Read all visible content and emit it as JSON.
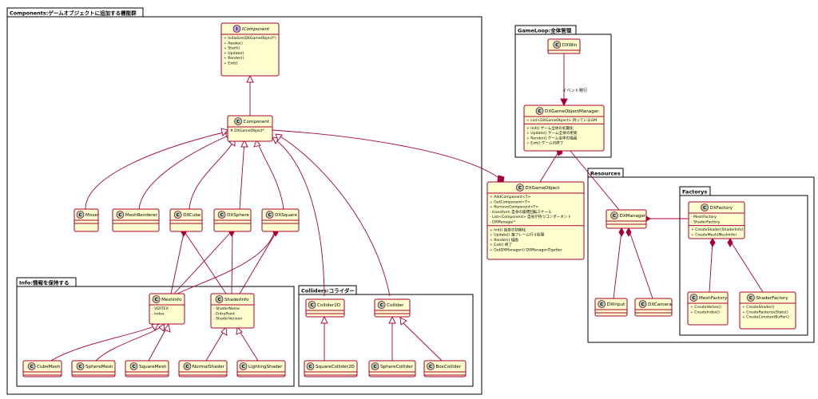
{
  "packages": {
    "components": "Components:ゲームオブジェクトに追加する機能群",
    "info": "Info:情報を保持する",
    "colliders": "Colliders:コライダー",
    "gameloop": "GameLoop:全体管理",
    "resources": "Resources",
    "factorys": "Factorys"
  },
  "classes": {
    "icomponent": {
      "name": "IComponent",
      "stereo": "I",
      "members": [
        "+ Initialize(DXGameObject*)",
        "+ Awake()",
        "+ Start()",
        "+ Update()",
        "+ Render()",
        "+ Exit()"
      ]
    },
    "component": {
      "name": "Component",
      "stereo": "C",
      "members": [
        "# DXGameObject*"
      ]
    },
    "mover": {
      "name": "Mover",
      "stereo": "C"
    },
    "meshrenderer": {
      "name": "MeshRenderer",
      "stereo": "C"
    },
    "dxcube": {
      "name": "DXCube",
      "stereo": "C"
    },
    "dxsphere": {
      "name": "DXSphere",
      "stereo": "C"
    },
    "dxsquare": {
      "name": "DXSquare",
      "stereo": "C"
    },
    "meshinfo": {
      "name": "MeshInfo",
      "stereo": "C",
      "members": [
        "- VERTEX",
        "- index"
      ]
    },
    "shaderinfo": {
      "name": "ShaderInfo",
      "stereo": "C",
      "members": [
        "- ShaderName",
        "- EntryPoint",
        "- ShaderVersion"
      ]
    },
    "cubemesh": {
      "name": "CubeMesh",
      "stereo": "C"
    },
    "spheremesh": {
      "name": "SphereMesh",
      "stereo": "C"
    },
    "squaremesh": {
      "name": "SquareMesh",
      "stereo": "C"
    },
    "normalshader": {
      "name": "NormalShader",
      "stereo": "C"
    },
    "lightingshader": {
      "name": "LightingShader",
      "stereo": "C"
    },
    "collider2d": {
      "name": "Collider2D",
      "stereo": "C"
    },
    "collider": {
      "name": "Collider",
      "stereo": "C"
    },
    "squarecollider2d": {
      "name": "SquareCollider2D",
      "stereo": "C"
    },
    "spherecollider": {
      "name": "SphereCollider",
      "stereo": "C"
    },
    "boxcollider": {
      "name": "BoxCollider",
      "stereo": "C"
    },
    "dxwin": {
      "name": "DXWin",
      "stereo": "C"
    },
    "dxgameobjectmanager": {
      "name": "DXGameObjectManager",
      "stereo": "C",
      "fields": [
        "+ List<DXGameObject> 持っているGM"
      ],
      "methods": [
        "+ Init() ゲーム全体の初期化",
        "+ Update() ゲーム全体の更新",
        "+ Render() ゲーム全体の描画",
        "+ Exit() ゲームの終了"
      ]
    },
    "dxgameobject": {
      "name": "DXGameObject",
      "stereo": "C",
      "fields": [
        "+ AddComponent<T>",
        "+ GetComponent<T>",
        "+ RemoveComponent<T>",
        "- transform 自身の座標回転スケール",
        "- List<Component> 自身が持つコンポーネント",
        "- DXManager*"
      ],
      "methods": [
        "+ Init() 自身の初期化",
        "+ Update() 毎フレーム行う処理",
        "+ Render() 描画",
        "+ Exit() 終了",
        "+ GetDXManager() DXManagerのgetter"
      ]
    },
    "dxmanager": {
      "name": "DXManager",
      "stereo": "C"
    },
    "dxinput": {
      "name": "DXInput",
      "stereo": "C"
    },
    "dxcamera": {
      "name": "DXCamera",
      "stereo": "C"
    },
    "dxfactory": {
      "name": "DXFactory",
      "stereo": "C",
      "fields": [
        "- MeshFactory",
        "- ShaderFactory"
      ],
      "methods": [
        "+ CreateShader(ShaderInfo)",
        "+ CreateMesh(MeshInfo)"
      ]
    },
    "meshfactory": {
      "name": "MeshFactory",
      "stereo": "C",
      "members": [
        "+ CreateVertex()",
        "+ CreateIndex()"
      ]
    },
    "shaderfactory": {
      "name": "ShaderFactory",
      "stereo": "C",
      "members": [
        "+ CreateShader()",
        "+ CreateRasterizeState()",
        "+ CreateConstantBuffer()"
      ]
    }
  },
  "edges": {
    "dxwin_to_manager": "イベント発行"
  }
}
